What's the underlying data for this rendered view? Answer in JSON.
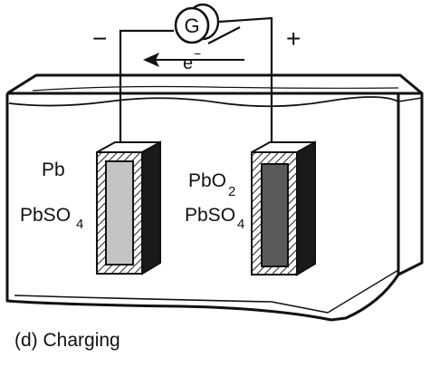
{
  "diagram": {
    "galvanometer_label": "G",
    "negative_terminal": "−",
    "positive_terminal": "+",
    "electron_flow_label": "e",
    "electron_superscript": "−",
    "left_electrode": {
      "line1": "Pb",
      "line2_main": "PbSO",
      "line2_sub": "4"
    },
    "right_electrode": {
      "line1_main": "PbO",
      "line1_sub": "2",
      "line2_main": "PbSO",
      "line2_sub": "4"
    },
    "caption": "(d) Charging"
  }
}
